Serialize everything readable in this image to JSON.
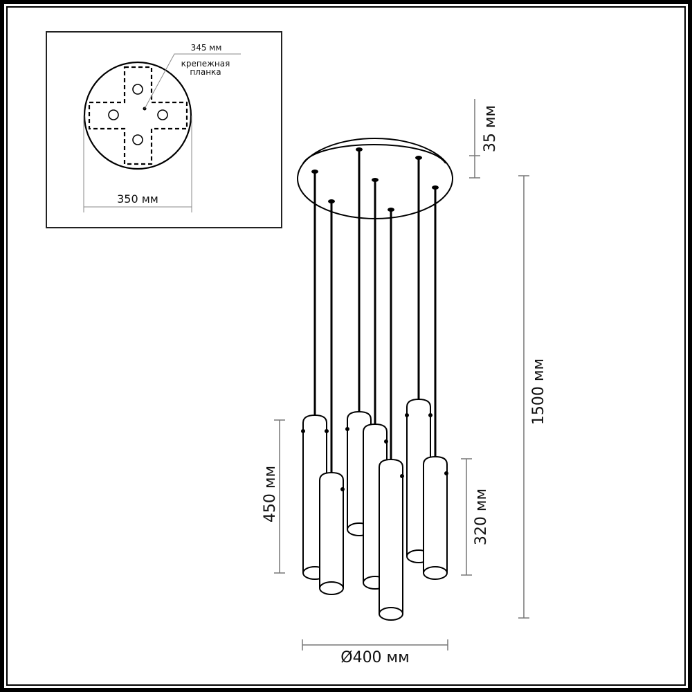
{
  "title": "Pendant chandelier dimension drawing",
  "inset": {
    "canopy_label": "345 мм",
    "bracket_label_line1": "крепежная",
    "bracket_label_line2": "планка",
    "plate_width_label": "350 мм"
  },
  "dimensions": {
    "canopy_height": "35 мм",
    "overall_height": "1500 мм",
    "long_pendant_length": "450 мм",
    "short_pendant_length": "320 мм",
    "diameter": "Ø400 мм"
  },
  "fixture": {
    "pendant_count": 7,
    "canopy_shape": "round",
    "line_color": "#000000",
    "dimension_line_color": "#777777"
  }
}
